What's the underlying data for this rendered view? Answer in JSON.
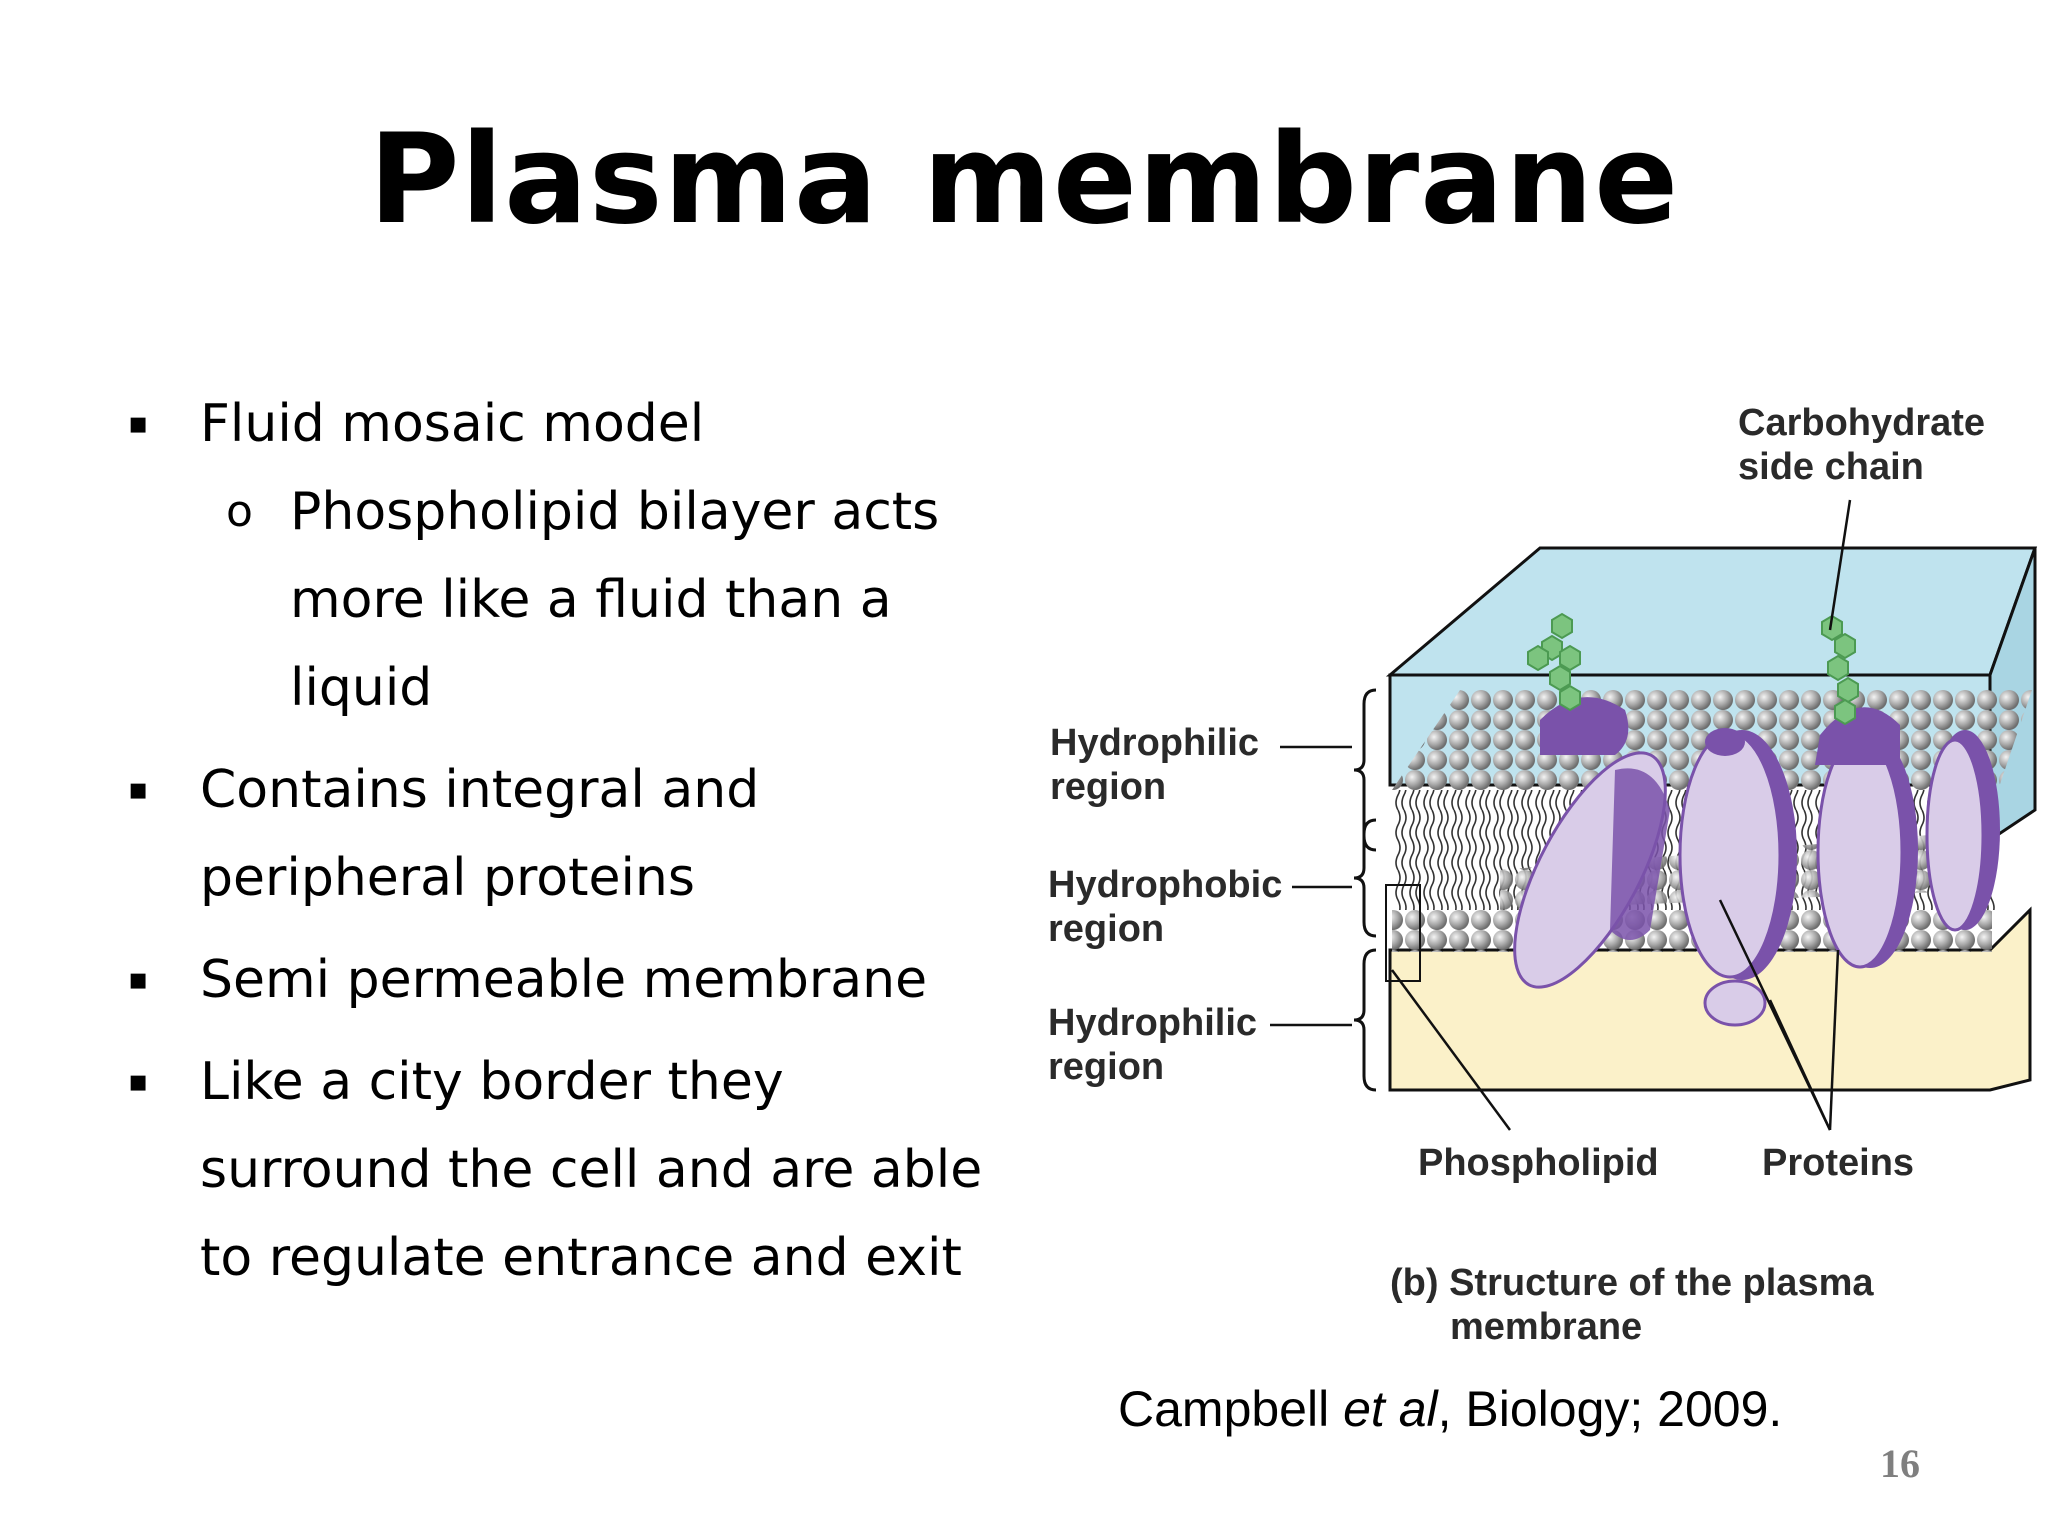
{
  "slide": {
    "title": "Plasma membrane",
    "page_number": "16"
  },
  "bullets": [
    {
      "text": "Fluid mosaic model",
      "marker": "▪"
    },
    {
      "text": "Phospholipid bilayer acts more like a fluid than a liquid",
      "marker": "o",
      "level": 2,
      "lines": [
        "Phospholipid bilayer acts",
        "more like a fluid than a",
        "liquid"
      ]
    },
    {
      "text": "Contains integral and peripheral proteins",
      "marker": "▪",
      "lines": [
        "Contains integral and",
        "peripheral proteins"
      ]
    },
    {
      "text": "Semi permeable membrane",
      "marker": "▪"
    },
    {
      "text": "Like a city border they surround the cell and are able to regulate entrance and exit",
      "marker": "▪",
      "lines": [
        "Like a city border they",
        "surround the cell and are able",
        "to regulate entrance and exit"
      ]
    }
  ],
  "citation": {
    "author": "Campbell ",
    "etal": "et al",
    "rest": ", Biology; 2009."
  },
  "diagram": {
    "labels": {
      "carbohydrate_line1": "Carbohydrate",
      "carbohydrate_line2": "side chain",
      "hydrophilic_top_line1": "Hydrophilic",
      "hydrophilic_top_line2": "region",
      "hydrophobic_line1": "Hydrophobic",
      "hydrophobic_line2": "region",
      "hydrophilic_bottom_line1": "Hydrophilic",
      "hydrophilic_bottom_line2": "region",
      "phospholipid": "Phospholipid",
      "proteins": "Proteins",
      "caption_line1": "(b) Structure of the plasma",
      "caption_line2": "membrane"
    },
    "colors": {
      "water_top": "#bfe3ee",
      "cytoplasm": "#fbf1c9",
      "lipid_head": "#a8a8a8",
      "protein_light": "#d9cce8",
      "protein_dark": "#7a52aa",
      "carbohydrate": "#7cc47f"
    }
  }
}
